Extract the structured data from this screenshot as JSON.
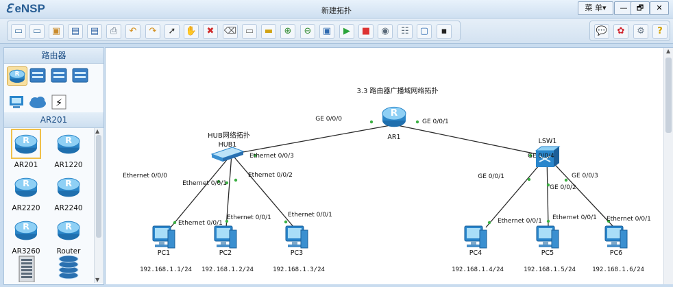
{
  "app": {
    "name": "eNSP",
    "title": "新建拓扑",
    "menu_label": "菜 单▾"
  },
  "window_controls": {
    "minimize": "—",
    "restore": "🗗",
    "close": "✕"
  },
  "toolbar": {
    "left_icons": [
      "new-topology-icon",
      "open-topology-icon",
      "open-example-icon",
      "save-icon",
      "save-as-icon",
      "print-icon",
      "undo-icon",
      "redo-icon",
      "select-pointer-icon",
      "pan-hand-icon",
      "delete-icon",
      "delete-link-icon",
      "add-text-icon",
      "add-shape-icon",
      "zoom-in-icon",
      "zoom-out-icon",
      "fit-view-icon",
      "start-device-icon",
      "stop-device-icon",
      "capture-icon",
      "topology-layout-icon",
      "palette-icon",
      "terminal-icon"
    ],
    "right_icons": [
      "chat-icon",
      "huawei-logo-icon",
      "settings-gear-icon",
      "help-icon"
    ]
  },
  "sidebar": {
    "category_header": "路由器",
    "categories": [
      {
        "name": "router-category",
        "selected": true
      },
      {
        "name": "switch-category",
        "selected": false
      },
      {
        "name": "wireless-category",
        "selected": false
      },
      {
        "name": "firewall-category",
        "selected": false
      },
      {
        "name": "pc-category",
        "selected": false
      },
      {
        "name": "cloud-category",
        "selected": false
      },
      {
        "name": "connection-category",
        "selected": false
      }
    ],
    "device_header": "AR201",
    "devices": [
      {
        "label": "AR201",
        "kind": "router",
        "selected": true
      },
      {
        "label": "AR1220",
        "kind": "router"
      },
      {
        "label": "AR2220",
        "kind": "router"
      },
      {
        "label": "AR2240",
        "kind": "router"
      },
      {
        "label": "AR3260",
        "kind": "router"
      },
      {
        "label": "Router",
        "kind": "router"
      },
      {
        "label": "",
        "kind": "chassis"
      },
      {
        "label": "",
        "kind": "stack"
      }
    ]
  },
  "topology": {
    "title": "3.3 路由器广播域网络拓扑",
    "hub_caption": "HUB网络拓扑",
    "nodes": [
      {
        "id": "AR1",
        "kind": "router"
      },
      {
        "id": "HUB1",
        "kind": "hub"
      },
      {
        "id": "LSW1",
        "kind": "switch"
      },
      {
        "id": "PC1",
        "kind": "pc",
        "ip": "192.168.1.1/24"
      },
      {
        "id": "PC2",
        "kind": "pc",
        "ip": "192.168.1.2/24"
      },
      {
        "id": "PC3",
        "kind": "pc",
        "ip": "192.168.1.3/24"
      },
      {
        "id": "PC4",
        "kind": "pc",
        "ip": "192.168.1.4/24"
      },
      {
        "id": "PC5",
        "kind": "pc",
        "ip": "192.168.1.5/24"
      },
      {
        "id": "PC6",
        "kind": "pc",
        "ip": "192.168.1.6/24"
      }
    ],
    "links": [
      {
        "a": "AR1",
        "a_port": "GE 0/0/0",
        "b": "HUB1",
        "b_port": "Ethernet 0/0/3"
      },
      {
        "a": "AR1",
        "a_port": "GE 0/0/1",
        "b": "LSW1",
        "b_port": "GE 0/0/4"
      },
      {
        "a": "HUB1",
        "a_port": "Ethernet 0/0/0",
        "b": "PC1",
        "b_port": "Ethernet 0/0/1"
      },
      {
        "a": "HUB1",
        "a_port": "Ethernet 0/0/1",
        "b": "PC2",
        "b_port": "Ethernet 0/0/1"
      },
      {
        "a": "HUB1",
        "a_port": "Ethernet 0/0/2",
        "b": "PC3",
        "b_port": "Ethernet 0/0/1"
      },
      {
        "a": "LSW1",
        "a_port": "GE 0/0/1",
        "b": "PC4",
        "b_port": "Ethernet 0/0/1"
      },
      {
        "a": "LSW1",
        "a_port": "GE 0/0/2",
        "b": "PC5",
        "b_port": "Ethernet 0/0/1"
      },
      {
        "a": "LSW1",
        "a_port": "GE 0/0/3",
        "b": "PC6",
        "b_port": "Ethernet 0/0/1"
      }
    ]
  },
  "colors": {
    "accent": "#2a6fb5",
    "link": "#2b2b2b",
    "port_dot": "#3cb043",
    "panel": "#c9dcef"
  }
}
